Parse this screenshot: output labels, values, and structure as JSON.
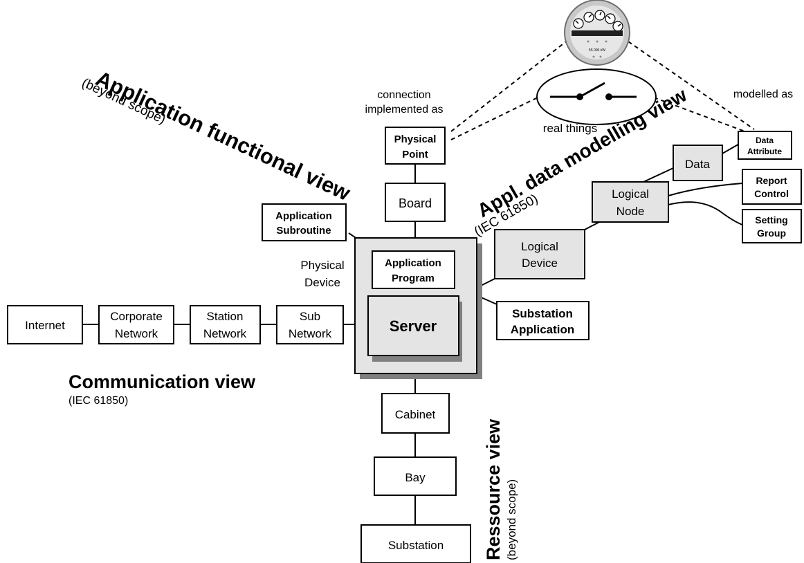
{
  "views": {
    "application_functional": {
      "title": "Application functional view",
      "note": "(beyond scope)"
    },
    "appl_data_modelling": {
      "title": "Appl. data modelling view",
      "note": "(IEC 61850)"
    },
    "communication": {
      "title": "Communication view",
      "note": "(IEC 61850)"
    },
    "ressource": {
      "title": "Ressource view",
      "note": "(beyond scope)"
    }
  },
  "labels": {
    "connection_line1": "connection",
    "connection_line2": "implemented as",
    "modelled_as": "modelled as",
    "real_things": "real things",
    "physical_device_line1": "Physical",
    "physical_device_line2": "Device",
    "meter_text": "55 000 kW"
  },
  "boxes": {
    "physical_point": [
      "Physical",
      "Point"
    ],
    "board": [
      "Board"
    ],
    "application_subroutine": [
      "Application",
      "Subroutine"
    ],
    "application_program": [
      "Application",
      "Program"
    ],
    "server": [
      "Server"
    ],
    "substation_application": [
      "Substation",
      "Application"
    ],
    "logical_device": [
      "Logical",
      "Device"
    ],
    "logical_node": [
      "Logical",
      "Node"
    ],
    "data": [
      "Data"
    ],
    "data_attribute": [
      "Data",
      "Attribute"
    ],
    "report_control": [
      "Report",
      "Control"
    ],
    "setting_group": [
      "Setting",
      "Group"
    ],
    "internet": [
      "Internet"
    ],
    "corporate_network": [
      "Corporate",
      "Network"
    ],
    "station_network": [
      "Station",
      "Network"
    ],
    "sub_network": [
      "Sub",
      "Network"
    ],
    "cabinet": [
      "Cabinet"
    ],
    "bay": [
      "Bay"
    ],
    "substation": [
      "Substation"
    ]
  }
}
